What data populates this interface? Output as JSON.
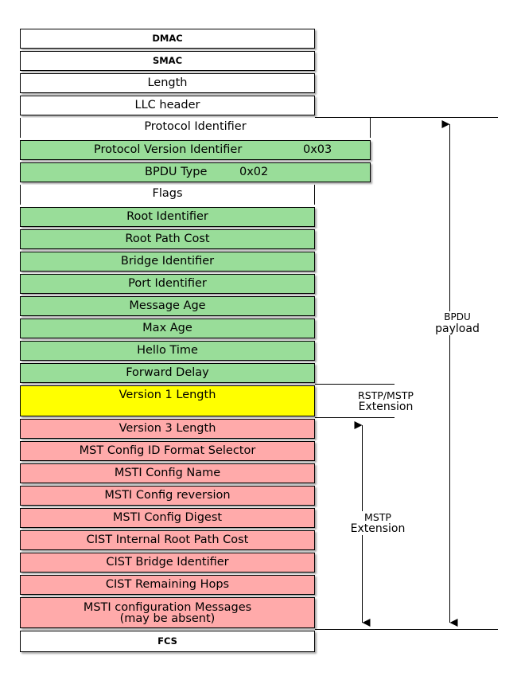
{
  "fields": {
    "dmac": "DMAC",
    "smac": "SMAC",
    "length": "Length",
    "llc_header": "LLC header",
    "protocol_identifier": "Protocol Identifier",
    "protocol_version_identifier": "Protocol Version Identifier",
    "protocol_version_value": "0x03",
    "bpdu_type": "BPDU Type",
    "bpdu_type_value": "0x02",
    "flags": "Flags",
    "root_identifier": "Root Identifier",
    "root_path_cost": "Root Path Cost",
    "bridge_identifier": "Bridge Identifier",
    "port_identifier": "Port Identifier",
    "message_age": "Message Age",
    "max_age": "Max Age",
    "hello_time": "Hello Time",
    "forward_delay": "Forward Delay",
    "version1_length": "Version 1 Length",
    "version3_length": "Version 3 Length",
    "mst_config_id_format_selector": "MST Config ID Format Selector",
    "msti_config_name": "MSTI Config Name",
    "msti_config_reversion": "MSTI Config reversion",
    "msti_config_digest": "MSTI Config Digest",
    "cist_internal_root_path_cost": "CIST Internal Root Path Cost",
    "cist_bridge_identifier": "CIST Bridge Identifier",
    "cist_remaining_hops": "CIST Remaining Hops",
    "msti_configuration_messages_line1": "MSTI configuration Messages",
    "msti_configuration_messages_line2": "(may be absent)",
    "fcs": "FCS"
  },
  "annotations": {
    "bpdu_payload_line1": "BPDU",
    "bpdu_payload_line2": "payload",
    "rstp_mstp_line1": "RSTP/MSTP",
    "rstp_mstp_line2": "Extension",
    "mstp_line1": "MSTP",
    "mstp_line2": "Extension"
  },
  "colors": {
    "header_fields": "#ffffff",
    "stp_fields": "#99dd99",
    "rstp_fields": "#ffff00",
    "mstp_fields": "#ffaaaa"
  }
}
